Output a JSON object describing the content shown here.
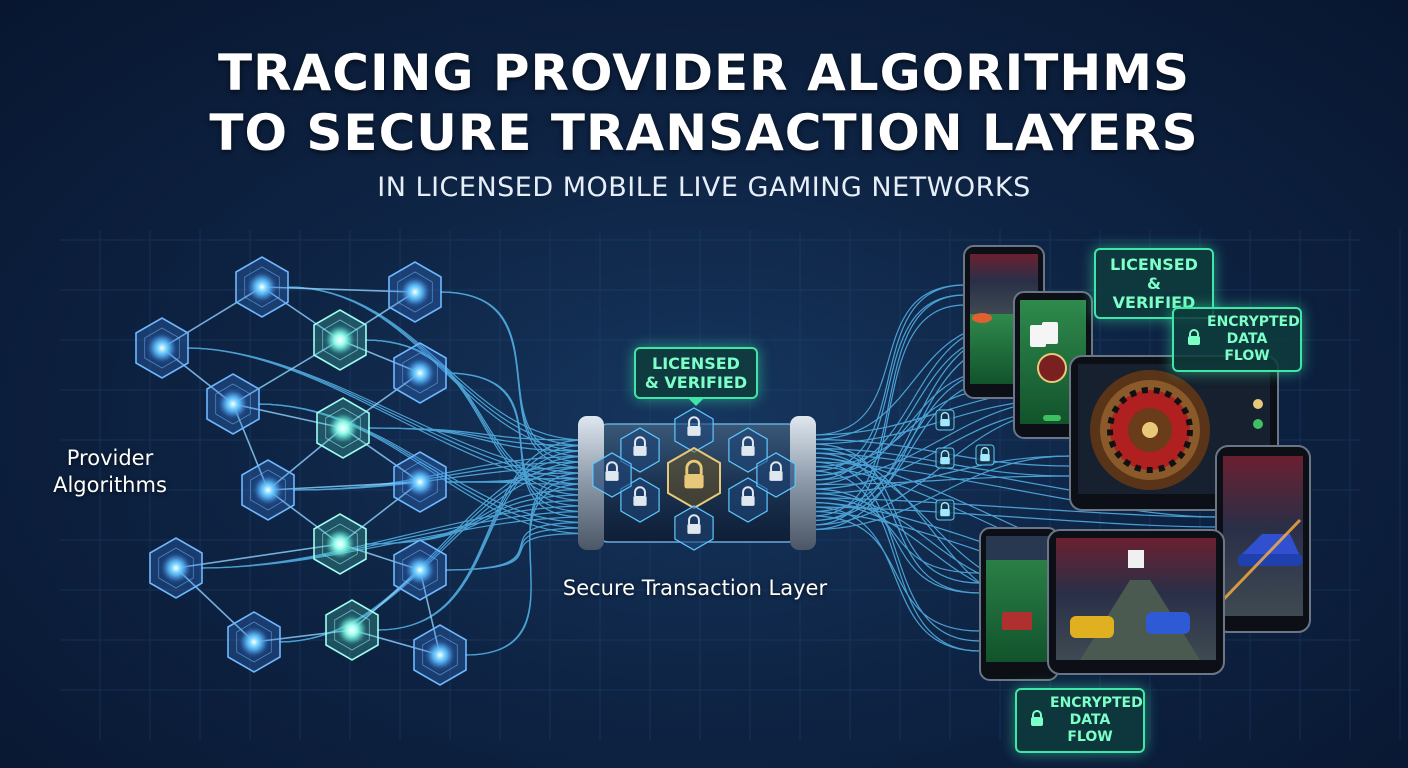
{
  "header": {
    "title_line1": "TRACING PROVIDER ALGORITHMS",
    "title_line2": "TO SECURE TRANSACTION LAYERS",
    "subtitle": "IN LICENSED MOBILE LIVE GAMING NETWORKS"
  },
  "labels": {
    "provider": "Provider Algorithms",
    "secure_layer": "Secure Transaction Layer"
  },
  "badges": {
    "center": "LICENSED & VERIFIED",
    "top_right_licensed": "LICENSED & VERIFIED",
    "top_right_encrypted": "ENCRYPTED DATA FLOW",
    "bottom_encrypted": "ENCRYPTED DATA FLOW"
  },
  "icons": [
    "hexagon-node-icon",
    "lock-icon",
    "roulette-wheel-icon",
    "playing-card-icon",
    "race-car-icon"
  ],
  "colors": {
    "background": "#0b1a33",
    "node_blue": "#4fb8ff",
    "node_cyan": "#7ff5e6",
    "flow_line": "#5ec8ff",
    "badge_green": "#3ee6a8",
    "lock_gold": "#e8c879"
  }
}
